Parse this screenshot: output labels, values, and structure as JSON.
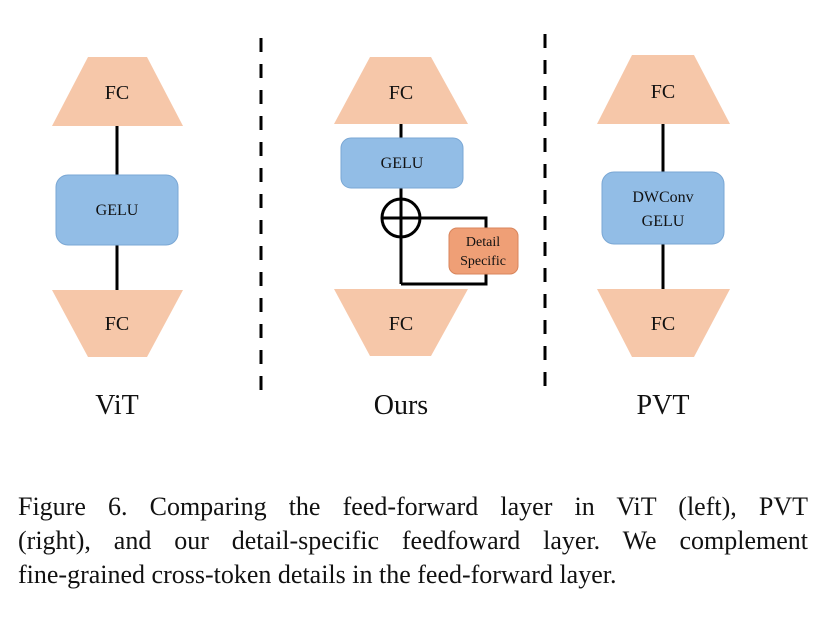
{
  "colors": {
    "fc": "#f6c7a9",
    "gelu": "#92bde6",
    "detail": "#ef9f76",
    "line": "#000000",
    "divider": "#000000"
  },
  "vit": {
    "title": "ViT",
    "fc_top": "FC",
    "gelu": "GELU",
    "fc_bottom": "FC"
  },
  "ours": {
    "title": "Ours",
    "fc_top": "FC",
    "gelu": "GELU",
    "detail_line1": "Detail",
    "detail_line2": "Specific",
    "fc_bottom": "FC"
  },
  "pvt": {
    "title": "PVT",
    "fc_top": "FC",
    "dwconv": "DWConv",
    "gelu": "GELU",
    "fc_bottom": "FC"
  },
  "caption": {
    "line1": "Figure 6.  Comparing the feed-forward layer in ViT (left), PVT",
    "line2": "(right), and our detail-specific feedfoward layer. We complement",
    "line3": "fine-grained cross-token details in the feed-forward layer."
  }
}
